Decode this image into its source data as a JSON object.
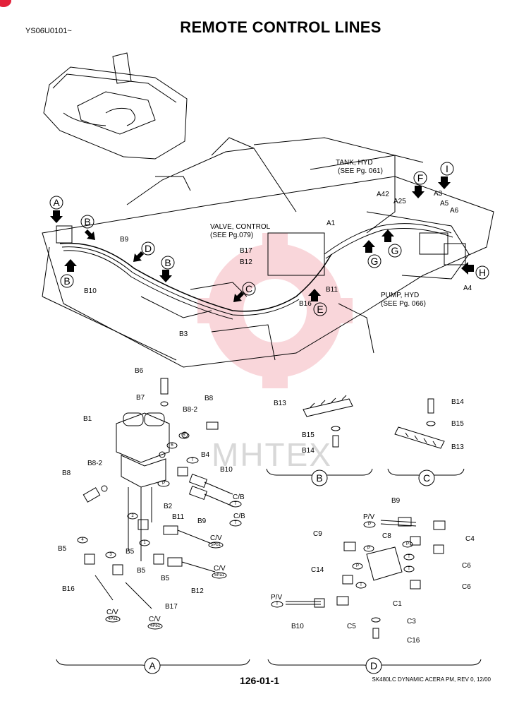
{
  "header": {
    "doc_code": "YS06U0101~",
    "title": "REMOTE CONTROL LINES"
  },
  "footer": {
    "page_number": "126-01-1",
    "reference": "SK480LC DYNAMIC ACERA PM, REV 0, 12/00"
  },
  "watermark": {
    "text": "MHTEX",
    "color": "#e3213a"
  },
  "view_letters": [
    "A",
    "B",
    "C",
    "D",
    "E",
    "F",
    "G",
    "H",
    "I"
  ],
  "main_view": {
    "callouts": {
      "tank": "TANK, HYD",
      "tank_see": "(SEE Pg. 061)",
      "valve": "VALVE, CONTROL",
      "valve_see": "(SEE Pg.079)",
      "pump": "PUMP, HYD",
      "pump_see": "(SEE Pg. 066)"
    },
    "parts": [
      "A1",
      "A3",
      "A4",
      "A5",
      "A6",
      "A25",
      "A42",
      "B3",
      "B9",
      "B10",
      "B11",
      "B12",
      "B16",
      "B17"
    ]
  },
  "detail_a": {
    "letter": "A",
    "parts": [
      "B1",
      "B2",
      "B4",
      "B5",
      "B5",
      "B5",
      "B5",
      "B6",
      "B7",
      "B8",
      "B8-2",
      "B8",
      "B8-2",
      "B9",
      "B10",
      "B11",
      "B12",
      "B16",
      "B17"
    ],
    "ports": [
      "1",
      "2",
      "3",
      "4",
      "5",
      "6",
      "T",
      "P"
    ],
    "connections": {
      "cb1": "C/B",
      "cb2": "C/B",
      "cv1": "C/V",
      "cv2": "C/V",
      "cv3": "C/V",
      "cv4": "C/V",
      "t": "T",
      "p1": "5Pb1",
      "p2": "5Pa1",
      "p3": "4Pa1",
      "p4": "4Pb1"
    }
  },
  "detail_b": {
    "letter": "B",
    "parts": [
      "B13",
      "B15",
      "B14"
    ]
  },
  "detail_c": {
    "letter": "C",
    "parts": [
      "B14",
      "B15",
      "B13"
    ]
  },
  "detail_d": {
    "letter": "D",
    "parts": [
      "B9",
      "C4",
      "C8",
      "C9",
      "C6",
      "C14",
      "C6",
      "C1",
      "C5",
      "C3",
      "C16",
      "B10"
    ],
    "pv1": "P/V",
    "pv2": "P/V",
    "ports": [
      "P",
      "T",
      "P",
      "P",
      "T",
      "T",
      "P",
      "T"
    ]
  }
}
